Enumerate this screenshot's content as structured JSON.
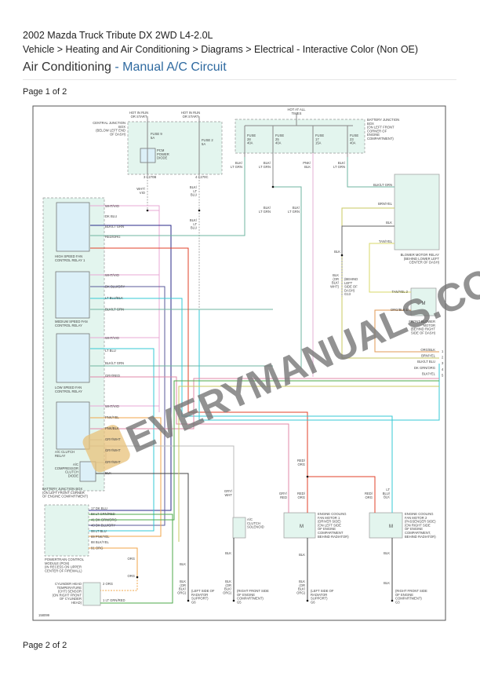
{
  "header": {
    "vehicle": "2002 Mazda Truck Tribute DX 2WD L4-2.0L",
    "breadcrumb": "Vehicle > Heating and Air Conditioning > Diagrams > Electrical - Interactive Color (Non OE)",
    "title_main": "Air Conditioning",
    "title_sep": " - ",
    "title_sub": "Manual A/C Circuit"
  },
  "pagination": {
    "page1": "Page 1 of 2",
    "page2": "Page 2 of 2"
  },
  "watermark": "EVERYMANUALS.COM",
  "diagram": {
    "figure_id": "158099",
    "hot_run1": [
      "HOT IN RUN",
      "OR START"
    ],
    "hot_run2": [
      "HOT IN RUN",
      "OR START"
    ],
    "hot_all": [
      "HOT AT ALL",
      "TIMES"
    ],
    "cjb": [
      "CENTRAL JUNCTION",
      "BOX",
      "(BELOW LEFT END",
      "OF DASH)"
    ],
    "fuse9": [
      "FUSE 9",
      "5A"
    ],
    "fuse2": [
      "FUSE 2",
      "5A"
    ],
    "pcm_diode": [
      "PCM",
      "POWER",
      "DIODE"
    ],
    "c_pin3": "3  C270B",
    "c_pin4": "4  C270C",
    "bjb": [
      "BATTERY JUNCTION",
      "BOX",
      "(ON LEFT FRONT",
      "CORNER OF",
      "ENGINE",
      "COMPARTMENT)"
    ],
    "fuse28": [
      "FUSE",
      "28",
      "40A"
    ],
    "fuse25": [
      "FUSE",
      "25",
      "40A"
    ],
    "fuse17": [
      "FUSE",
      "17",
      "15A"
    ],
    "fuse23": [
      "FUSE",
      "23",
      "40A"
    ],
    "w_blk_ltgrn_a": [
      "BLK/",
      "LT GRN"
    ],
    "w_blk_ltgrn_b": [
      "BLK/",
      "LT GRN"
    ],
    "w_pnk_blk": [
      "PNK/",
      "BLK"
    ],
    "w_blk_ltgrn_c": [
      "BLK/",
      "LT GRN"
    ],
    "w_blk_ltgrn_d": [
      "BLK/",
      "LT GRN"
    ],
    "w_blk_ltgrn_e": [
      "BLK/",
      "LT GRN"
    ],
    "w_wht_vio": [
      "WHT/",
      "VIO"
    ],
    "w_blu_ltblu_a": [
      "BLK/",
      "LT",
      "BLU"
    ],
    "w_blu_ltblu_b": [
      "BLK/",
      "LT",
      "BLU"
    ],
    "high_relay": [
      "HIGH SPEED FAN",
      "CONTROL RELAY 1"
    ],
    "high_wires": [
      "WHT/VIO",
      "DK BLU",
      "BLK/LT GRN",
      "RED/ORG"
    ],
    "med_relay": [
      "MEDIUM SPEED FAN",
      "CONTROL RELAY"
    ],
    "med_wires": [
      "WHT/VIO",
      "DK BLU/GRY",
      "LT BLU/BLK",
      "BLK/LT GRN"
    ],
    "low_relay": [
      "LOW SPEED FAN",
      "CONTROL RELAY"
    ],
    "low_wires": [
      "WHT/VIO",
      "LT BLU",
      "BLK/LT GRN",
      "GRY/RED"
    ],
    "ac_relay": [
      "A/C CLUTCH",
      "RELAY"
    ],
    "ac_wires": [
      "WHT/VIO",
      "PNK/YEL",
      "PNK/BLK",
      "GRY/WHT",
      "GRY/WHT"
    ],
    "diode": [
      "A/C",
      "COMPRESSOR",
      "CLUTCH",
      "DIODE"
    ],
    "diode_wires": [
      "GRY/WHT",
      "BLK"
    ],
    "bjb2": [
      "BATTERY JUNCTION BOX",
      "(ON LEFT FRONT CORNER",
      "OF ENGINE COMPARTMENT)"
    ],
    "blower_relay": [
      "BLOWER MOTOR RELAY",
      "(BEHIND LOWER LEFT",
      "CENTER OF DASH)"
    ],
    "blower_wires": [
      "BLK/LT GRN",
      "BRN/YEL",
      "BLK",
      "TAN/YEL"
    ],
    "blk": "BLK",
    "g13": [
      "BLK",
      "(OR",
      "BLK/",
      "WHT)"
    ],
    "g13_loc": [
      "(BEHIND",
      "LEFT",
      "SIDE OF",
      "DASH)",
      "G13"
    ],
    "motor_tan": "TAN/YEL  2",
    "motor_org": "ORG/BLK  1",
    "front_blower": [
      "FRONT BLOWER",
      "MOTOR",
      "(BEHIND RIGHT",
      "SIDE OF DASH)"
    ],
    "conn_wires": [
      "ORG/BLK",
      "BRN/YEL",
      "BLK/LT BLU",
      "DK GRN/ORG",
      "BLK/YEL"
    ],
    "conn_nums": [
      "1",
      "2",
      "3",
      "4",
      "5"
    ],
    "pcm_pins": [
      "17  DK BLU",
      "58  LT GRN/RED",
      "41  DK GRN/ORG",
      "43  DK BLU/GRY",
      "08  LT BLU",
      "69  PNK/YEL",
      "88  BLK/YEL",
      "91  ORG"
    ],
    "pcm": [
      "POWERTRAIN CONTROL",
      "MODULE (PCM)",
      "(IN RECESS ON UPPER",
      "CENTER OF FIREWALL)"
    ],
    "org1": "ORG",
    "org2": "ORG",
    "cht": [
      "CYLINDER HEAD",
      "TEMPERATURE",
      "(CHT) SENSOR",
      "(ON RIGHT FRONT",
      "OF CYLINDER",
      "HEAD)"
    ],
    "cht_pin2": "2  ORG",
    "cht_pin1": "1  LT GRN/RED",
    "gry_wht": [
      "GRY/",
      "WHT"
    ],
    "ac_solenoid": [
      "A/C",
      "CLUTCH",
      "SOLENOID"
    ],
    "red_org_top": [
      "RED/",
      "ORG"
    ],
    "gry_red": [
      "GRY/",
      "RED"
    ],
    "red_org_f1": [
      "RED/",
      "ORG"
    ],
    "red_org_f2": [
      "RED/",
      "ORG"
    ],
    "lt_blu_blk": [
      "LT",
      "BLU/",
      "BLK"
    ],
    "fan1": [
      "ENGINE COOLING",
      "FAN MOTOR 1",
      "(DRIVER SIDE)",
      "(ON LEFT SIDE",
      "OF ENGINE",
      "COMPARTMENT",
      "BEHIND RADIATOR)"
    ],
    "fan2": [
      "ENGINE COOLING",
      "FAN MOTOR 2",
      "(PASSENGER SIDE)",
      "(ON RIGHT SIDE",
      "OF ENGINE",
      "COMPARTMENT,",
      "BEHIND RADIATOR)"
    ],
    "gnd_blk_1": "BLK",
    "gnd_blk_2": "BLK",
    "gnd_blk_3": "BLK",
    "gnd_blk_4": "BLK",
    "g6a_wire": [
      "BLK",
      "(OR",
      "BLK/",
      "ORG)"
    ],
    "g6a": [
      "(LEFT SIDE OF",
      "RADIATOR",
      "SUPPORT)",
      "G6"
    ],
    "g5_wire": [
      "BLK",
      "(OR",
      "BLK/",
      "ORG)"
    ],
    "g5": [
      "(RIGHT FRONT SIDE",
      "OF ENGINE",
      "COMPARTMENT)",
      "G5"
    ],
    "g6b_wire": [
      "BLK",
      "(OR",
      "BLK/",
      "ORG)"
    ],
    "g6b": [
      "(LEFT SIDE OF",
      "RADIATOR",
      "SUPPORT)",
      "G6"
    ],
    "g3_wire": "BLK",
    "g3": [
      "(RIGHT FRONT SIDE",
      "OF ENGINE",
      "COMPARTMENT)",
      "G3"
    ],
    "motor_m": "M"
  }
}
